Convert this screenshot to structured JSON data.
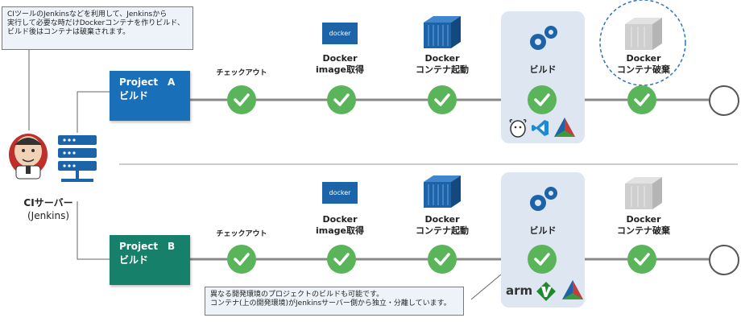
{
  "callout_top": "CIツールのJenkinsなどを利用して、Jenkinsから\n実行して必要な時だけDockerコンテナを作りビルド、\nビルド後はコンテナは破棄されます。",
  "callout_bottom": "異なる開発環境のプロジェクトのビルドも可能です。\nコンテナ(上の開発環境)がJenkinsサーバー側から独立・分離しています。",
  "ci_server": {
    "title": "CIサーバー",
    "subtitle": "(Jenkins)"
  },
  "projects": [
    {
      "line1": "Project　A",
      "line2": "ビルド",
      "color": "#1a6fb9"
    },
    {
      "line1": "Project　B",
      "line2": "ビルド",
      "color": "#17806a"
    }
  ],
  "stages": {
    "checkout": "チェックアウト",
    "docker_image_l1": "Docker",
    "docker_image_l2": "image取得",
    "docker_start_l1": "Docker",
    "docker_start_l2": "コンテナ起動",
    "build": "ビルド",
    "docker_discard_l1": "Docker",
    "docker_discard_l2": "コンテナ破棄"
  },
  "docker_badge_text": "docker",
  "arm_text": "arm",
  "colors": {
    "check_green": "#5ab55a",
    "panel_bg": "#dde6f1",
    "container_blue": "#1d63a8",
    "container_gray": "#cfcfcf"
  }
}
